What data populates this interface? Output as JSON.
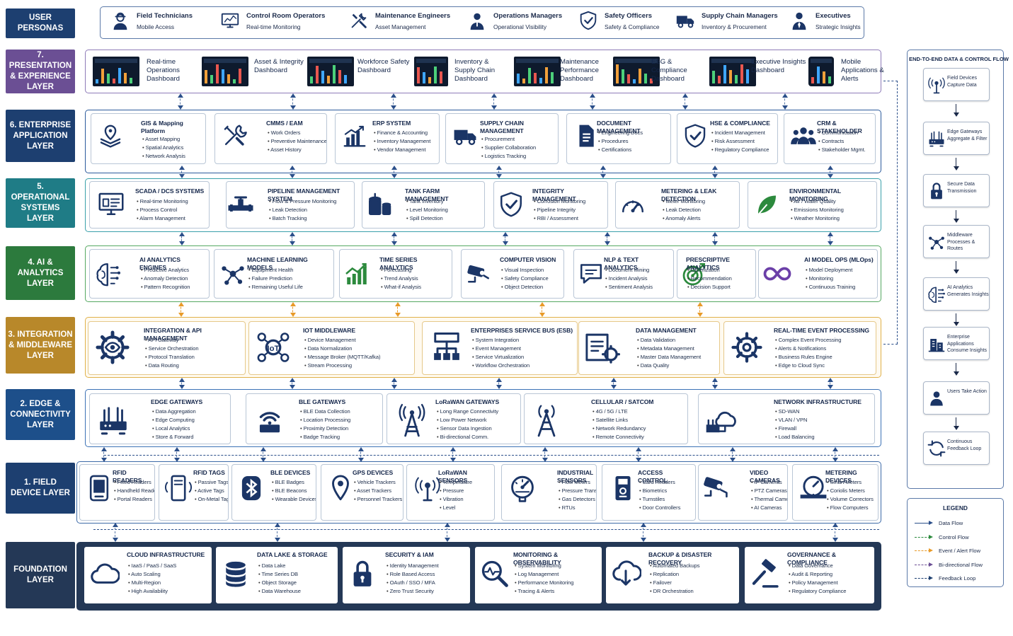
{
  "personas": {
    "label": "USER PERSONAS",
    "items": [
      {
        "name": "Field Technicians",
        "sub": "Mobile Access",
        "icon": "worker-icon"
      },
      {
        "name": "Control Room Operators",
        "sub": "Real-time Monitoring",
        "icon": "monitor-icon"
      },
      {
        "name": "Maintenance Engineers",
        "sub": "Asset Management",
        "icon": "tools-icon"
      },
      {
        "name": "Operations Managers",
        "sub": "Operational Visibility",
        "icon": "manager-icon"
      },
      {
        "name": "Safety Officers",
        "sub": "Safety & Compliance",
        "icon": "shield-check-icon"
      },
      {
        "name": "Supply Chain Managers",
        "sub": "Inventory & Procurement",
        "icon": "truck-icon"
      },
      {
        "name": "Executives",
        "sub": "Strategic Insights",
        "icon": "executive-icon"
      }
    ]
  },
  "layers": [
    {
      "id": "presentation",
      "label": "7. PRESENTATION & EXPERIENCE LAYER",
      "color": "#6b4f94",
      "border": "#8e7bb8"
    },
    {
      "id": "enterprise",
      "label": "6. ENTERPRISE APPLICATION LAYER",
      "color": "#1d3f70",
      "border": "#2c5a9c"
    },
    {
      "id": "operational",
      "label": "5. OPERATIONAL SYSTEMS LAYER",
      "color": "#1f7c86",
      "border": "#3aa0aa"
    },
    {
      "id": "ai",
      "label": "4. AI & ANALYTICS LAYER",
      "color": "#2c7a3d",
      "border": "#55a861"
    },
    {
      "id": "integration",
      "label": "3. INTEGRATION & MIDDLEWARE LAYER",
      "color": "#b8882a",
      "border": "#e0b14a"
    },
    {
      "id": "edge",
      "label": "2. EDGE & CONNECTIVITY LAYER",
      "color": "#1d4f8a",
      "border": "#3c72b6"
    },
    {
      "id": "field",
      "label": "1. FIELD DEVICE LAYER",
      "color": "#1d3f70",
      "border": "#3d6aa8"
    },
    {
      "id": "foundation",
      "label": "FOUNDATION LAYER",
      "color": "#243856",
      "border": "#243856"
    }
  ],
  "presentation": [
    {
      "title": "Real-time Operations Dashboard"
    },
    {
      "title": "Asset & Integrity Dashboard"
    },
    {
      "title": "Workforce Safety Dashboard"
    },
    {
      "title": "Inventory & Supply Chain Dashboard"
    },
    {
      "title": "Maintenance Performance Dashboard"
    },
    {
      "title": "ESG & Compliance Dashboard"
    },
    {
      "title": "Executive Insights Dashboard"
    },
    {
      "title": "Mobile Applications & Alerts"
    }
  ],
  "enterprise": [
    {
      "title": "GIS & Mapping Platform",
      "icon": "map-pin-layers-icon",
      "items": [
        "Asset Mapping",
        "Spatial Analytics",
        "Network Analysis"
      ]
    },
    {
      "title": "CMMS / EAM",
      "icon": "wrench-icon",
      "items": [
        "Work Orders",
        "Preventive Maintenance",
        "Asset History"
      ]
    },
    {
      "title": "ERP SYSTEM",
      "icon": "bar-chart-icon",
      "items": [
        "Finance & Accounting",
        "Inventory Management",
        "Vendor Management"
      ]
    },
    {
      "title": "SUPPLY CHAIN MANAGEMENT",
      "icon": "truck-icon",
      "items": [
        "Procurement",
        "Supplier Collaboration",
        "Logistics Tracking"
      ]
    },
    {
      "title": "DOCUMENT MANAGEMENT",
      "icon": "document-icon",
      "items": [
        "Engineering Docs",
        "Procedures",
        "Certifications"
      ]
    },
    {
      "title": "HSE & COMPLIANCE",
      "icon": "shield-check-icon",
      "items": [
        "Incident Management",
        "Risk Assessment",
        "Regulatory Compliance"
      ]
    },
    {
      "title": "CRM & STAKEHOLDER",
      "icon": "people-icon",
      "items": [
        "Communication",
        "Contracts",
        "Stakeholder Mgmt."
      ]
    }
  ],
  "operational": [
    {
      "title": "SCADA / DCS SYSTEMS",
      "icon": "scada-screen-icon",
      "items": [
        "Real-time Monitoring",
        "Process Control",
        "Alarm Management"
      ]
    },
    {
      "title": "PIPELINE MANAGEMENT SYSTEM",
      "icon": "pipeline-valve-icon",
      "items": [
        "Flow & Pressure Monitoring",
        "Leak Detection",
        "Batch Tracking"
      ]
    },
    {
      "title": "TANK FARM MANAGEMENT",
      "icon": "tanks-icon",
      "items": [
        "Tank Inventory",
        "Level Monitoring",
        "Spill Detection"
      ]
    },
    {
      "title": "INTEGRITY MANAGEMENT",
      "icon": "shield-check-icon",
      "items": [
        "Corrosion Monitoring",
        "Pipeline Integrity",
        "RBI / Assessment"
      ]
    },
    {
      "title": "METERING & LEAK DETECTION",
      "icon": "gauge-icon",
      "items": [
        "Meter Monitoring",
        "Leak Detection",
        "Anomaly Alerts"
      ]
    },
    {
      "title": "ENVIRONMENTAL MONITORING",
      "icon": "leaf-icon",
      "items": [
        "Air / Water Quality",
        "Emissions Monitoring",
        "Weather Monitoring"
      ]
    }
  ],
  "ai": [
    {
      "title": "AI ANALYTICS ENGINES",
      "icon": "brain-circuit-icon",
      "items": [
        "Predictive Analytics",
        "Anomaly Detection",
        "Pattern Recognition"
      ]
    },
    {
      "title": "MACHINE LEARNING MODELS",
      "icon": "network-nodes-icon",
      "items": [
        "Equipment Health",
        "Failure Prediction",
        "Remaining Useful Life"
      ]
    },
    {
      "title": "TIME SERIES ANALYTICS",
      "icon": "trend-chart-icon",
      "items": [
        "Forecasting",
        "Trend Analysis",
        "What-if Analysis"
      ]
    },
    {
      "title": "COMPUTER VISION",
      "icon": "camera-icon",
      "items": [
        "Visual Inspection",
        "Safety Compliance",
        "Object Detection"
      ]
    },
    {
      "title": "NLP & TEXT ANALYTICS",
      "icon": "chat-bubble-icon",
      "items": [
        "Document Mining",
        "Incident Analysis",
        "Sentiment Analysis"
      ]
    },
    {
      "title": "PRESCRIPTIVE ANALYTICS",
      "icon": "target-icon",
      "items": [
        "Optimization",
        "Recommendation",
        "Decision Support"
      ]
    },
    {
      "title": "AI MODEL OPS (MLOps)",
      "icon": "infinity-icon",
      "items": [
        "Model Deployment",
        "Monitoring",
        "Continuous Training"
      ]
    }
  ],
  "integration": [
    {
      "title": "INTEGRATION & API MANAGEMENT",
      "icon": "gear-eye-icon",
      "items": [
        "API Gateway",
        "Service Orchestration",
        "Protocol Translation",
        "Data Routing"
      ]
    },
    {
      "title": "IOT MIDDLEWARE",
      "icon": "iot-hub-icon",
      "items": [
        "Device Management",
        "Data Normalization",
        "Message Broker (MQTT/Kafka)",
        "Stream Processing"
      ]
    },
    {
      "title": "ENTERPRISES SERVICE BUS (ESB)",
      "icon": "esb-icon",
      "items": [
        "System Integration",
        "Event Management",
        "Service Virtualization",
        "Workflow Orchestration"
      ]
    },
    {
      "title": "DATA MANAGEMENT",
      "icon": "data-check-icon",
      "items": [
        "Data Validation",
        "Metadata Management",
        "Master Data Management",
        "Data Quality"
      ]
    },
    {
      "title": "REAL-TIME EVENT PROCESSING",
      "icon": "gear-cycle-icon",
      "items": [
        "Complex Event Processing",
        "Alerts & Notifications",
        "Business Rules Engine",
        "Edge to Cloud Sync"
      ]
    }
  ],
  "edge": [
    {
      "title": "EDGE GATEWAYS",
      "icon": "router-icon",
      "items": [
        "Data Aggregation",
        "Edge Computing",
        "Local Analytics",
        "Store & Forward"
      ]
    },
    {
      "title": "BLE GATEWAYS",
      "icon": "wifi-router-icon",
      "items": [
        "BLE Data Collection",
        "Location Processing",
        "Proximity Detection",
        "Badge Tracking"
      ]
    },
    {
      "title": "LoRaWAN GATEWAYS",
      "icon": "antenna-tower-icon",
      "items": [
        "Long Range Connectivity",
        "Low Power Network",
        "Sensor Data Ingestion",
        "Bi-directional Comm."
      ]
    },
    {
      "title": "CELLULAR / SATCOM",
      "icon": "cell-tower-icon",
      "items": [
        "4G / 5G / LTE",
        "Satellite Links",
        "Network Redundancy",
        "Remote Connectivity"
      ]
    },
    {
      "title": "NETWORK INFRASTRUCTURE",
      "icon": "network-cloud-icon",
      "items": [
        "SD-WAN",
        "VLAN / VPN",
        "Firewall",
        "Load Balancing"
      ]
    }
  ],
  "field": [
    {
      "title": "RFID READERS",
      "icon": "rfid-reader-icon",
      "items": [
        "Fixed Readers",
        "Handheld Readers",
        "Portal Readers"
      ]
    },
    {
      "title": "RFID TAGS",
      "icon": "rfid-tag-icon",
      "items": [
        "Passive Tags",
        "Active Tags",
        "On-Metal Tags"
      ]
    },
    {
      "title": "BLE DEVICES",
      "icon": "bluetooth-icon",
      "items": [
        "BLE Badges",
        "BLE Beacons",
        "Wearable Devices"
      ]
    },
    {
      "title": "GPS DEVICES",
      "icon": "location-pin-icon",
      "items": [
        "Vehicle Trackers",
        "Asset Trackers",
        "Personnel Trackers"
      ]
    },
    {
      "title": "LoRaWAN SENSORS",
      "icon": "sensor-antenna-icon",
      "items": [
        "Temperature",
        "Pressure",
        "Vibration",
        "Level"
      ]
    },
    {
      "title": "INDUSTRIAL SENSORS",
      "icon": "pressure-gauge-icon",
      "items": [
        "Flow Meters",
        "Pressure Transducers",
        "Gas Detectors",
        "RTUs"
      ]
    },
    {
      "title": "ACCESS CONTROL",
      "icon": "access-panel-icon",
      "items": [
        "Card Readers",
        "Biometrics",
        "Turnstiles",
        "Door Controllers"
      ]
    },
    {
      "title": "VIDEO CAMERAS",
      "icon": "cctv-icon",
      "items": [
        "IP Cameras",
        "PTZ Cameras",
        "Thermal Cameras",
        "AI Cameras"
      ]
    },
    {
      "title": "METERING DEVICES",
      "icon": "flow-meter-icon",
      "items": [
        "Smart Meters",
        "Coriolis Meters",
        "Volume Correctors",
        "Flow Computers"
      ]
    }
  ],
  "foundation": [
    {
      "title": "CLOUD INFRASTRUCTURE",
      "icon": "cloud-icon",
      "items": [
        "IaaS / PaaS / SaaS",
        "Auto Scaling",
        "Multi-Region",
        "High Availability"
      ]
    },
    {
      "title": "DATA LAKE & STORAGE",
      "icon": "database-icon",
      "items": [
        "Data Lake",
        "Time Series DB",
        "Object Storage",
        "Data Warehouse"
      ]
    },
    {
      "title": "SECURITY & IAM",
      "icon": "padlock-icon",
      "items": [
        "Identity Management",
        "Role Based Access",
        "OAuth / SSO / MFA",
        "Zero Trust Security"
      ]
    },
    {
      "title": "MONITORING & OBSERVABILITY",
      "icon": "magnifier-pulse-icon",
      "items": [
        "System Monitoring",
        "Log Management",
        "Performance Monitoring",
        "Tracing & Alerts"
      ]
    },
    {
      "title": "BACKUP & DISASTER RECOVERY",
      "icon": "cloud-download-icon",
      "items": [
        "Automated Backups",
        "Replication",
        "Failover",
        "DR Orchestration"
      ]
    },
    {
      "title": "GOVERNANCE & COMPLIANCE",
      "icon": "gavel-icon",
      "items": [
        "Data Governance",
        "Audit & Reporting",
        "Policy Management",
        "Regulatory Compliance"
      ]
    }
  ],
  "flow": {
    "title": "END-TO-END DATA & CONTROL FLOW",
    "steps": [
      {
        "text": "Field Devices Capture Data",
        "icon": "sensor-antenna-icon"
      },
      {
        "text": "Edge Gateways Aggregate & Filter",
        "icon": "router-icon"
      },
      {
        "text": "Secure Data Transmission",
        "icon": "padlock-icon"
      },
      {
        "text": "Middleware Processes & Routes",
        "icon": "network-nodes-icon"
      },
      {
        "text": "AI Analytics Generates Insights",
        "icon": "brain-circuit-icon"
      },
      {
        "text": "Enterprise Applications Consume Insights",
        "icon": "buildings-icon"
      },
      {
        "text": "Users Take Action",
        "icon": "user-icon"
      },
      {
        "text": "Continuous Feedback Loop",
        "icon": "refresh-icon"
      }
    ]
  },
  "legend": {
    "title": "LEGEND",
    "items": [
      {
        "text": "Data Flow",
        "color": "#2b4f8a"
      },
      {
        "text": "Control Flow",
        "color": "#2c8a3d"
      },
      {
        "text": "Event / Alert Flow",
        "color": "#e89a28"
      },
      {
        "text": "Bi-directional Flow",
        "color": "#6b4f94"
      },
      {
        "text": "Feedback Loop",
        "color": "#1d3f70"
      }
    ]
  }
}
